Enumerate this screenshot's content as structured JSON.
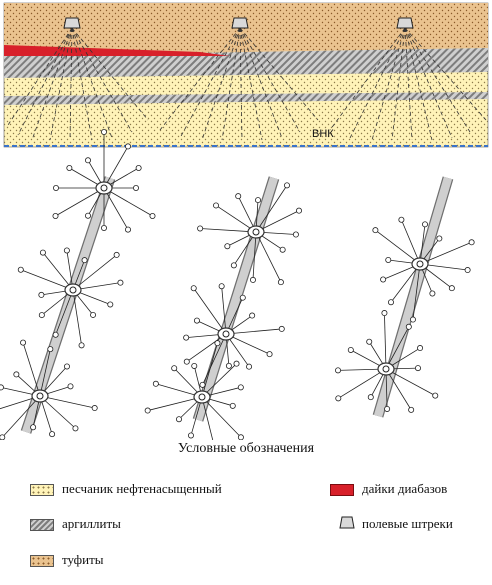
{
  "section_label": "ВНК",
  "legend": {
    "title": "Условные обозначения",
    "items": [
      {
        "key": "sandstone",
        "label": "песчаник нефтенасыщенный"
      },
      {
        "key": "argillite",
        "label": "аргиллиты"
      },
      {
        "key": "tuffite",
        "label": "туфиты"
      },
      {
        "key": "dyke",
        "label": "дайки диабазов"
      },
      {
        "key": "gallery",
        "label": "полевые штреки"
      }
    ]
  },
  "colors": {
    "tuffite": "#eac38f",
    "sandstone": "#fff3b8",
    "argillite": "#9a9a9a",
    "dyke": "#d8202a",
    "oil_water_contact": "#3a73c9"
  }
}
